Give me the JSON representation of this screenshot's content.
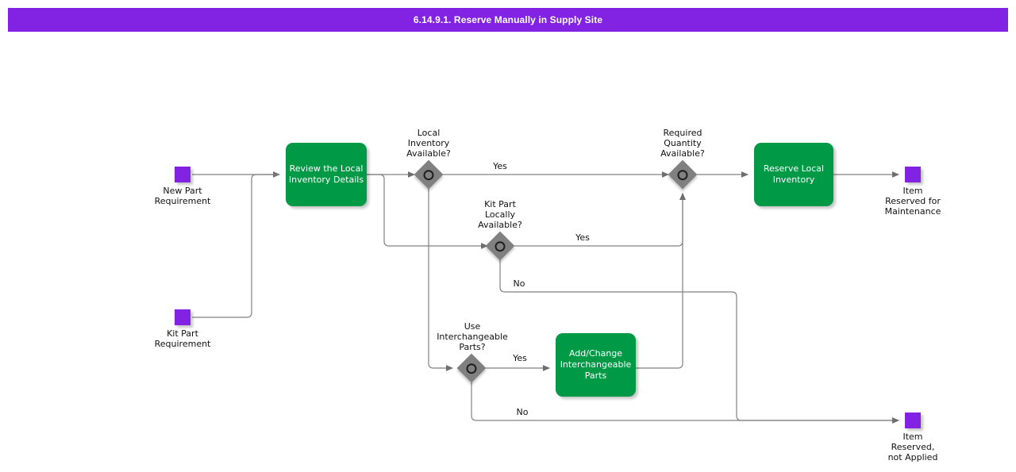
{
  "header": {
    "title": "6.14.9.1. Reserve Manually in Supply Site",
    "bg_color": "#8222e3",
    "text_color": "#ffffff"
  },
  "colors": {
    "task_green": "#009946",
    "event_purple": "#8222e3",
    "gateway_gray": "#808080",
    "edge_gray": "#808080",
    "text_dark": "#111111"
  },
  "diagram": {
    "type": "bpmn-flowchart",
    "events": [
      {
        "id": "start-new-part",
        "kind": "start",
        "label": "New Part\nRequirement"
      },
      {
        "id": "start-kit-part",
        "kind": "start",
        "label": "Kit Part\nRequirement"
      },
      {
        "id": "end-reserved-maintenance",
        "kind": "end",
        "label": "Item\nReserved for\nMaintenance"
      },
      {
        "id": "end-reserved-not-applied",
        "kind": "end",
        "label": "Item\nReserved,\nnot Applied"
      }
    ],
    "tasks": [
      {
        "id": "task-review",
        "label": "Review the Local\nInventory\nDetails"
      },
      {
        "id": "task-reserve",
        "label": "Reserve Local\nInventory"
      },
      {
        "id": "task-interchangeable",
        "label": "Add/Change\nInterchangeable\nParts"
      }
    ],
    "gateways": [
      {
        "id": "gw-local-inventory",
        "label": "Local\nInventory\nAvailable?"
      },
      {
        "id": "gw-kit-part",
        "label": "Kit Part\nLocally\nAvailable?"
      },
      {
        "id": "gw-required-quantity",
        "label": "Required\nQuantity\nAvailable?"
      },
      {
        "id": "gw-interchangeable",
        "label": "Use\nInterchangeable\nParts?"
      }
    ],
    "flow_labels": [
      {
        "id": "label-local-yes",
        "text": "Yes"
      },
      {
        "id": "label-kit-yes",
        "text": "Yes"
      },
      {
        "id": "label-kit-no",
        "text": "No"
      },
      {
        "id": "label-interchangeable-yes",
        "text": "Yes"
      },
      {
        "id": "label-interchangeable-no",
        "text": "No"
      }
    ]
  }
}
